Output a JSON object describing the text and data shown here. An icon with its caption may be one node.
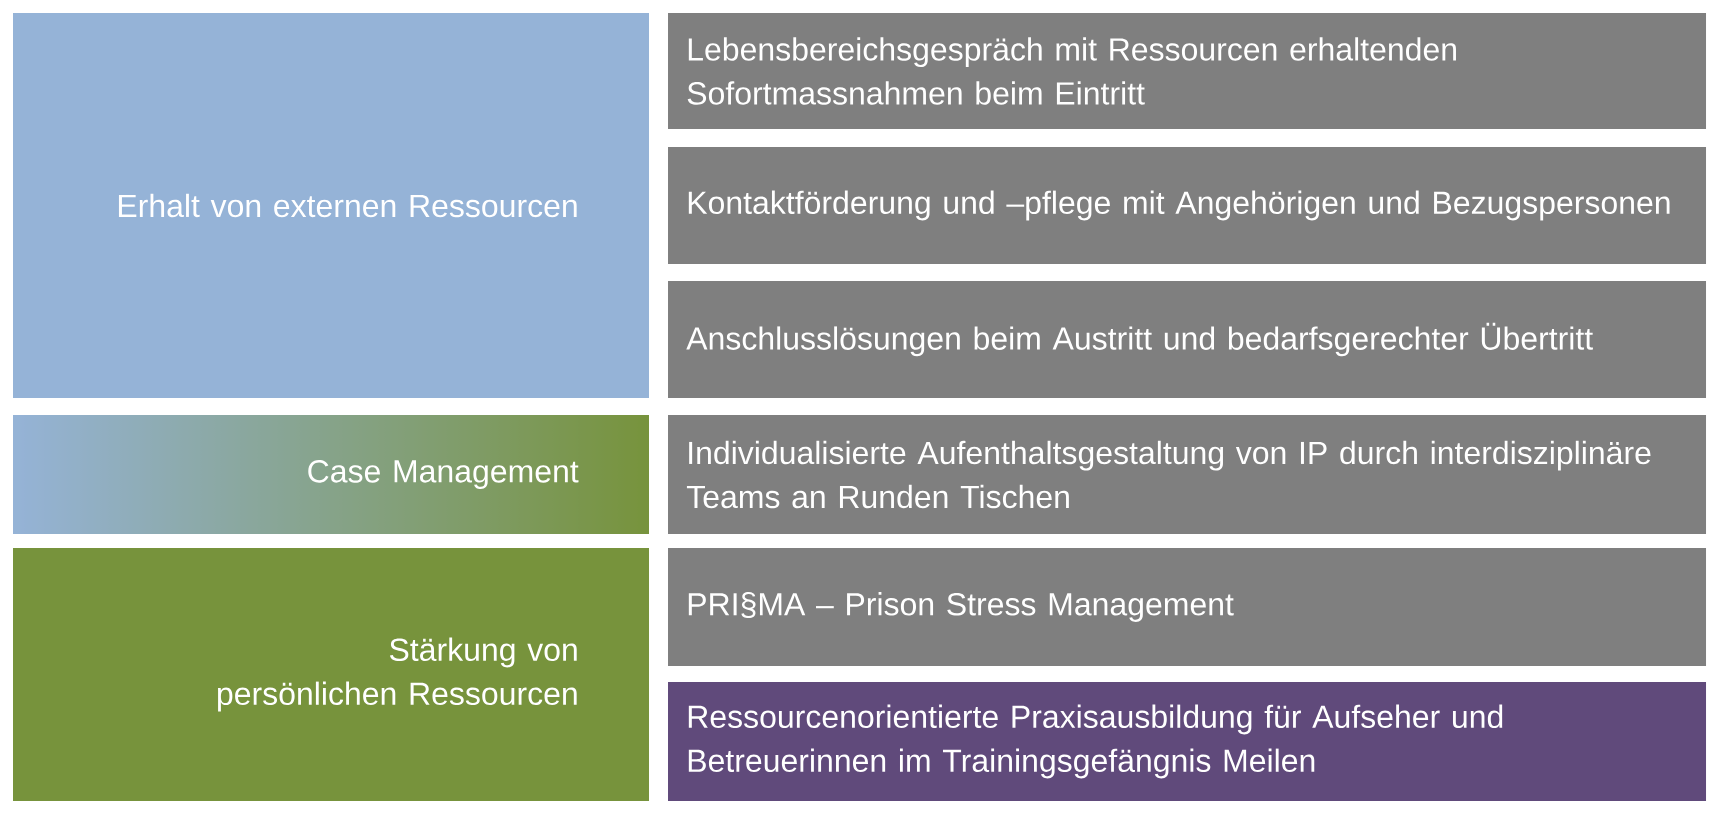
{
  "diagram": {
    "nodes": [
      {
        "text": [
          "Erhalt von externen Ressourcen"
        ]
      },
      {
        "text": [
          "Case Management"
        ]
      },
      {
        "text": [
          "Stärkung von persönlichen Ressourcen"
        ]
      },
      {
        "text": [
          "Lebensbereichsgespräch mit Ressourcen erhaltenden Sofortmassnahmen beim Eintritt"
        ]
      },
      {
        "text": [
          "Kontaktförderung und –pflege mit Angehörigen und Bezugspersonen"
        ]
      },
      {
        "text": [
          "Anschlusslösungen beim Austritt und bedarfsgerechter Übertritt"
        ]
      },
      {
        "text": [
          "Individualisierte Aufenthaltsgestaltung von IP durch interdisziplinäre Teams an Runden Tischen"
        ]
      },
      {
        "text": [
          "PRI§MA – Prison Stress Management"
        ]
      },
      {
        "text": [
          "Ressourcenorientierte Praxisausbildung für Aufseher und Betreuerinnen im Trainingsgefängnis Meilen"
        ]
      }
    ]
  }
}
